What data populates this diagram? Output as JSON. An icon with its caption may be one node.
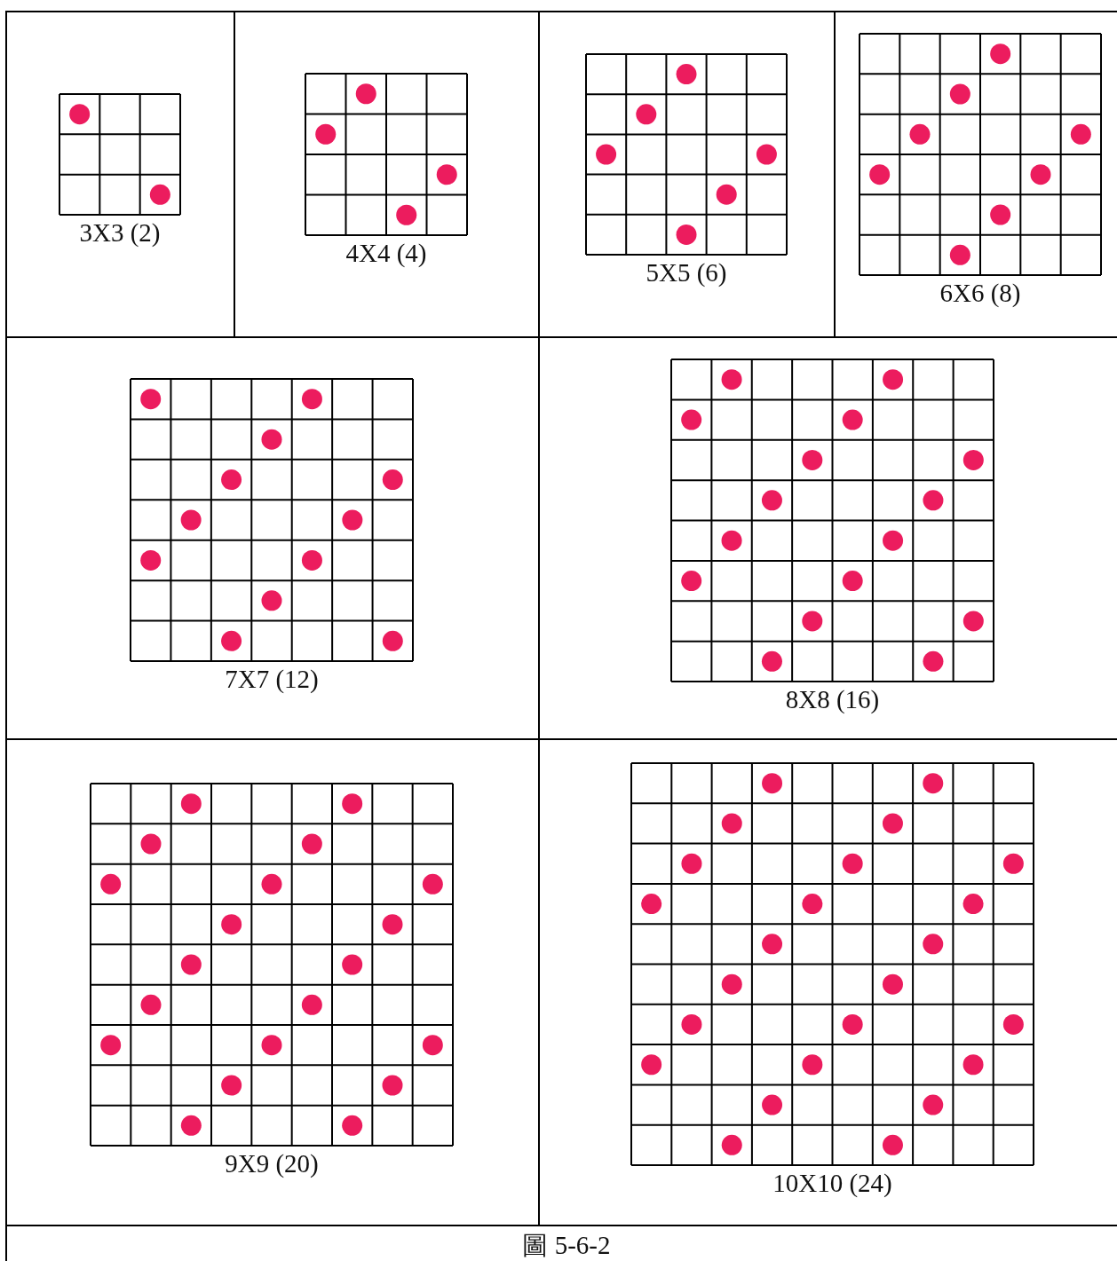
{
  "diagram": {
    "caption": "圖 5-6-2",
    "labels": [
      "3X3 (2)",
      "4X4 (4)",
      "5X5 (6)",
      "6X6 (8)",
      "7X7 (12)",
      "8X8 (16)",
      "9X9 (20)",
      "10X10 (24)"
    ]
  }
}
